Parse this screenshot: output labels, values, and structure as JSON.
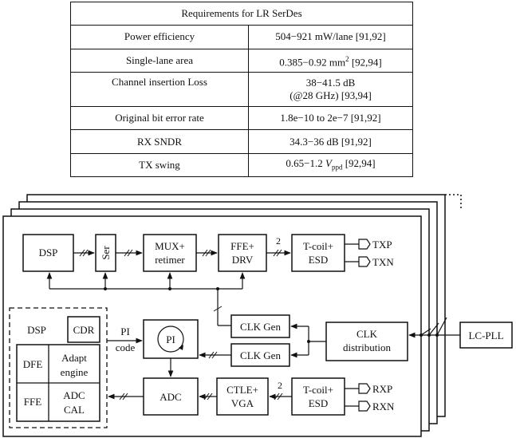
{
  "table": {
    "title": "Requirements for LR SerDes",
    "rows": [
      {
        "name": "Power efficiency",
        "value": "504−921 mW/lane [91,92]"
      },
      {
        "name": "Single-lane area",
        "value_main": "0.385−0.92 mm",
        "value_sup": "2",
        "value_ref": " [92,94]"
      },
      {
        "name": "Channel insertion Loss",
        "value_line1": "38−41.5 dB",
        "value_line2": "(@28 GHz) [93,94]"
      },
      {
        "name": "Original bit error rate",
        "value": "1.8e−10 to 2e−7 [91,92]"
      },
      {
        "name": "RX SNDR",
        "value": "34.3−36 dB [91,92]"
      },
      {
        "name": "TX swing",
        "value_main": "0.65−1.2 ",
        "value_v": "V",
        "value_sub": "ppd",
        "value_ref": " [92,94]"
      }
    ]
  },
  "diagram": {
    "tx": {
      "dsp": "DSP",
      "ser": "Ser",
      "mux_l1": "MUX+",
      "mux_l2": "retimer",
      "ffe_l1": "FFE+",
      "ffe_l2": "DRV",
      "tcoil_l1": "T-coil+",
      "tcoil_l2": "ESD",
      "bus_width": "2",
      "txp": "TXP",
      "txn": "TXN"
    },
    "clock": {
      "clkgen1": "CLK Gen",
      "clkgen2": "CLK Gen",
      "dist_l1": "CLK",
      "dist_l2": "distribution",
      "pll": "LC-PLL"
    },
    "rx": {
      "dsp": "DSP",
      "cdr": "CDR",
      "dfe": "DFE",
      "adapt_l1": "Adapt",
      "adapt_l2": "engine",
      "ffe": "FFE",
      "adccal_l1": "ADC",
      "adccal_l2": "CAL",
      "pi_label_l1": "PI",
      "pi_label_l2": "code",
      "pi": "PI",
      "adc": "ADC",
      "ctle_l1": "CTLE+",
      "ctle_l2": "VGA",
      "tcoil_l1": "T-coil+",
      "tcoil_l2": "ESD",
      "bus_width": "2",
      "rxp": "RXP",
      "rxn": "RXN"
    }
  }
}
